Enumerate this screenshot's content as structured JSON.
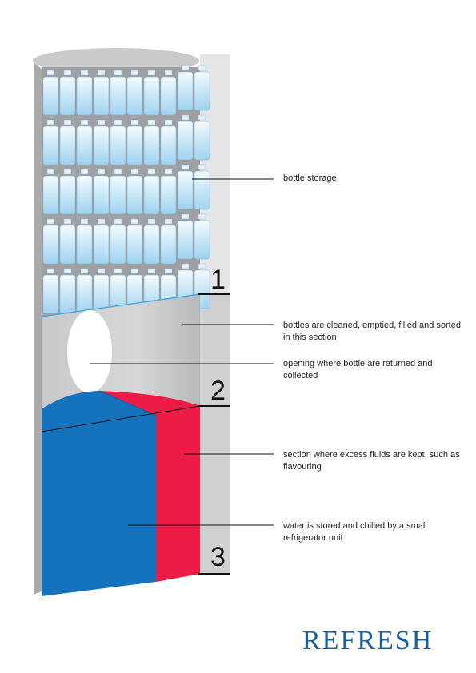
{
  "colors": {
    "water": "#1572bd",
    "flavour": "#ec1c46",
    "housing": "#bcbdbf",
    "housing_dark": "#9fa0a2",
    "panel": "#d2d3d5",
    "bottle": "#cde8f7",
    "brand": "#1b5fa0"
  },
  "section_numbers": [
    "1",
    "2",
    "3"
  ],
  "labels": {
    "bottle_storage": "bottle storage",
    "cleaning": "bottles are cleaned, emptied, filled and sorted in this section",
    "opening": "opening where bottle are returned and collected",
    "fluids": "section where excess fluids are kept, such as flavouring",
    "water": "water is stored and chilled by a small refrigerator unit"
  },
  "brand": "REFRESH"
}
